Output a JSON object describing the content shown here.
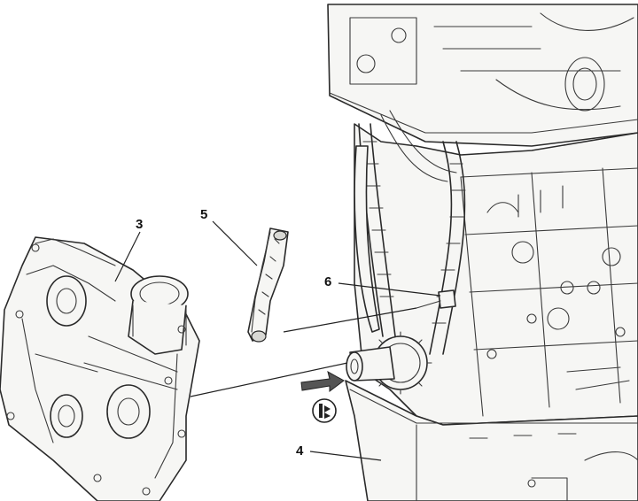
{
  "callouts": [
    {
      "id": "3",
      "label": "3",
      "part": "timing-case-cover"
    },
    {
      "id": "4",
      "label": "4",
      "part": "engine-block-oil-pan"
    },
    {
      "id": "5",
      "label": "5",
      "part": "chain-guide-rail"
    },
    {
      "id": "6",
      "label": "6",
      "part": "sensor-bracket"
    }
  ],
  "icons": {
    "arrow": "arrow-right-icon",
    "symbol": "tool-symbol-icon"
  },
  "colors": {
    "line": "#2a2a2a",
    "background": "#ffffff"
  }
}
